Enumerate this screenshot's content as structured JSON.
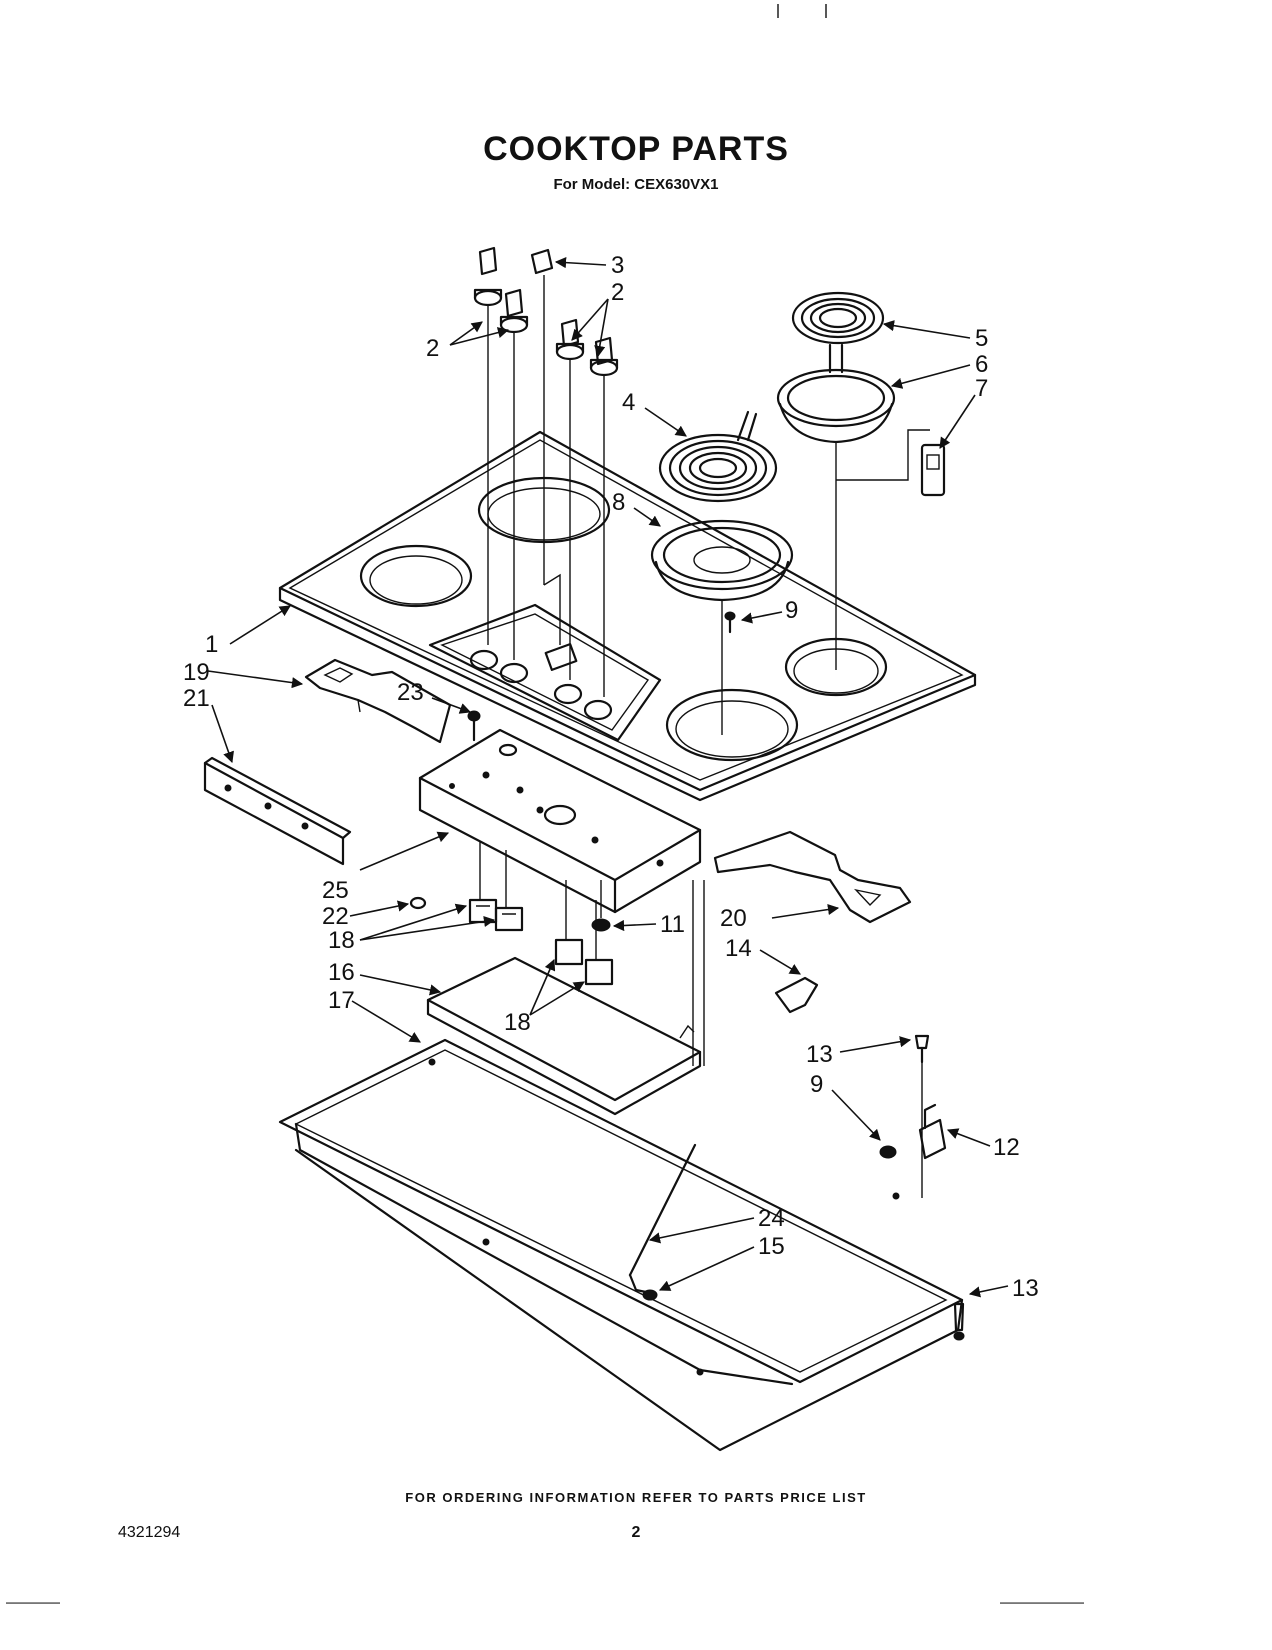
{
  "header": {
    "title": "COOKTOP PARTS",
    "subtitle": "For Model: CEX630VX1"
  },
  "diagram": {
    "callouts": [
      {
        "id": "c1",
        "label": "1"
      },
      {
        "id": "c2a",
        "label": "2"
      },
      {
        "id": "c2b",
        "label": "2"
      },
      {
        "id": "c3",
        "label": "3"
      },
      {
        "id": "c4",
        "label": "4"
      },
      {
        "id": "c5",
        "label": "5"
      },
      {
        "id": "c6",
        "label": "6"
      },
      {
        "id": "c7",
        "label": "7"
      },
      {
        "id": "c8",
        "label": "8"
      },
      {
        "id": "c9a",
        "label": "9"
      },
      {
        "id": "c9b",
        "label": "9"
      },
      {
        "id": "c11",
        "label": "11"
      },
      {
        "id": "c12",
        "label": "12"
      },
      {
        "id": "c13a",
        "label": "13"
      },
      {
        "id": "c13b",
        "label": "13"
      },
      {
        "id": "c14",
        "label": "14"
      },
      {
        "id": "c15",
        "label": "15"
      },
      {
        "id": "c16",
        "label": "16"
      },
      {
        "id": "c17",
        "label": "17"
      },
      {
        "id": "c18a",
        "label": "18"
      },
      {
        "id": "c18b",
        "label": "18"
      },
      {
        "id": "c19",
        "label": "19"
      },
      {
        "id": "c20",
        "label": "20"
      },
      {
        "id": "c21",
        "label": "21"
      },
      {
        "id": "c22",
        "label": "22"
      },
      {
        "id": "c23",
        "label": "23"
      },
      {
        "id": "c24",
        "label": "24"
      },
      {
        "id": "c25",
        "label": "25"
      }
    ]
  },
  "footer": {
    "ordering_note": "FOR ORDERING INFORMATION REFER TO PARTS PRICE LIST",
    "doc_number": "4321294",
    "page_number": "2"
  }
}
